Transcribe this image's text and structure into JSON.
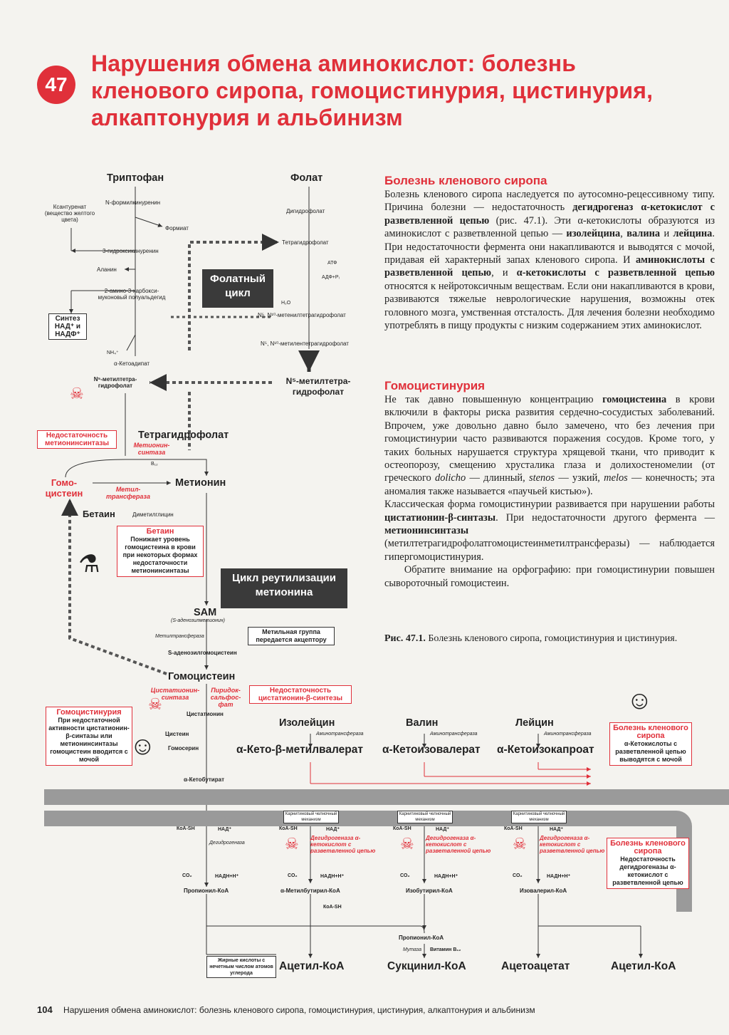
{
  "chapter": {
    "number": "47",
    "title": "Нарушения обмена аминокислот: болезнь кленового сиропа, гомоцистинурия, цистинурия, алкаптонурия и альбинизм"
  },
  "sections": [
    {
      "heading": "Болезнь кленового сиропа",
      "html": "Болезнь кленового сиропа наследуется по аутосомно-рецессивному типу. Причина болезни — недостаточность <b>дегидрогеназ α-кетокислот с разветвленной цепью</b> (рис. 47.1). Эти α-кетокислоты образуются из аминокислот с разветвленной цепью — <b>изолейцина</b>, <b>валина</b> и <b>лейцина</b>. При недостаточности фермента они накапливаются и выводятся с мочой, придавая ей характерный запах кленового сиропа. И <b>аминокислоты с разветвленной цепью</b>, и <b>α-кетокислоты с разветвленной цепью</b> относятся к нейротоксичным веществам. Если они накапливаются в крови, развиваются тяжелые неврологические нарушения, возможны отек головного мозга, умственная отсталость. Для лечения болезни необходимо употреблять в пищу продукты с низким содержанием этих аминокислот."
    },
    {
      "heading": "Гомоцистинурия",
      "html": "Не так давно повышенную концентрацию <b>гомоцистеина</b> в крови включили в факторы риска развития сердечно-сосудистых заболеваний. Впрочем, уже довольно давно было замечено, что без лечения при гомоцистинурии часто развиваются поражения сосудов. Кроме того, у таких больных нарушается структура хрящевой ткани, что приводит к остеопорозу, смещению хрусталика глаза и долихостеномелии (от греческого <i>dolicho</i> — длинный, <i>stenos</i> — узкий, <i>melos</i> — конечность; эта аномалия также называется «паучьей кистью»).<br>Классическая форма гомоцистинурии развивается при нарушении работы <b>цистатионин-β-синтазы</b>. При недостаточности другого фермента — <b>метионинсинтазы</b> (метилтетрагидрофолатгомоцистеинметилтрансферазы) — наблюдается гипергомоцистинурия.<br>&nbsp;&nbsp;&nbsp;&nbsp;Обратите внимание на орфографию: при гомоцистинурии повышен сывороточный гомоцистеин."
    }
  ],
  "figure_caption": "<b>Рис. 47.1.</b> Болезнь кленового сиропа, гомоцистинурия и цистинурия.",
  "footer": {
    "page": "104",
    "text": "Нарушения обмена аминокислот: болезнь кленового сиропа, гомоцистинурия, цистинурия, алкаптонурия и альбинизм"
  },
  "diagram": {
    "tryptophan": "Триптофан",
    "n_formylkynurenine": "N-формилкинуренин",
    "xanthurenate": "Ксантуренат (вещество желтого цвета)",
    "formate": "Формиат",
    "hydroxykynurenine": "3-гидроксикинуренин",
    "alanine": "Аланин",
    "amino_carboxy": "2-амино-3-карбокси-муконовый полуальдегид",
    "nad_synth": "Синтез НАД⁺ и НАДФ⁺",
    "nh4": "NH₄⁺",
    "ketoadipate": "α-Кетоадипат",
    "folate": "Фолат",
    "dihydrofolate": "Дигидрофолат",
    "thf_top": "Тетрагидрофолат",
    "atp": "АТФ",
    "adp": "АДФ+Pᵢ",
    "h2o": "H₂O",
    "methenyl": "N⁵, N¹⁰-метенилтетрагидрофолат",
    "methylene": "N⁵, N¹⁰-метилентетрагидрофолат",
    "folate_cycle": "Фолатный цикл",
    "methyl_thf_right": "N⁵-метилтетра-гидрофолат",
    "methyl_thf_left": "N⁵-метилтетра-гидрофолат",
    "ms_deficiency": "Недостаточность метионинсинтазы",
    "thf": "Тетрагидрофолат",
    "methionine_synthase": "Метионин-синтаза",
    "b12": "B₁₂",
    "homocysteine_left": "Гомо-цистеин",
    "methyltransferase": "Метил-трансфераза",
    "methionine": "Метионин",
    "betaine": "Бетаин",
    "dimethylglycine": "Диметилглицин",
    "betaine_box_title": "Бетаин",
    "betaine_box_text": "Понижает уровень гомоцистеина в крови при некоторых формах недостаточности метионинсинтазы",
    "remethylation_cycle": "Цикл реутилизации метионина",
    "sam": "SAM",
    "sam_full": "(S-аденозилметионин)",
    "methyltransferase2": "Метилтрансфераза",
    "methyl_group": "Метильная группа передается акцептору",
    "sah": "S-аденозилгомоцистеин",
    "homocysteine": "Гомоцистеин",
    "cbs": "Цистатионин-синтаза",
    "plp": "Пиридок-сальфос-фат",
    "cbs_deficiency": "Недостаточность цистатионин-β-синтезы",
    "cystathionine": "Цистатионин",
    "cysteine": "Цистеин",
    "homoserine": "Гомосерин",
    "ketobutyrate": "α-Кетобутират",
    "homocystinuria_title": "Гомоцистинурия",
    "homocystinuria_text": "При недостаточной активности цистатионин-β-синтазы или метионинсинтазы гомоцистеин вводится с мочой",
    "isoleucine": "Изолейцин",
    "valine": "Валин",
    "leucine": "Лейцин",
    "aminotransferase": "Аминотрансфераза",
    "keto_mv": "α-Кето-β-метилвалерат",
    "keto_iv": "α-Кетоизовалерат",
    "keto_ic": "α-Кетоизокапроат",
    "msud_title": "Болезнь кленового сиропа",
    "msud_text": "α-Кетокислоты с разветвленной цепью выводятся с мочой",
    "carnitine": "Карнитиновый челночный механизм",
    "koa_sh": "КоА-SH",
    "nad": "НАД⁺",
    "dehydrogenase": "Дегидрогеназа",
    "bckd": "Дегидрогеназа α-кетокислот с разветвленной цепью",
    "co2": "CO₂",
    "nadh": "НАДН+Н⁺",
    "propionyl": "Пропионил-КоА",
    "methylbutyryl": "α-Метилбутирил-КоА",
    "isobutyryl": "Изобутирил-КоА",
    "isovaleryl": "Изовалерил-КоА",
    "msud_title2": "Болезнь кленового сиропа",
    "msud_text2": "Недостаточность дегидрогеназы α-кетокислот с разветвленной цепью",
    "propionyl2": "Пропионил-КоА",
    "mutase": "Мутаза",
    "vitb12": "Витамин B₁₂",
    "fatty_acids": "Жирные кислоты с нечетным числом атомов углерода",
    "acetyl1": "Ацетил-КоА",
    "succinyl": "Сукцинил-КоА",
    "acetoacetate": "Ацетоацетат",
    "acetyl2": "Ацетил-КоА"
  }
}
